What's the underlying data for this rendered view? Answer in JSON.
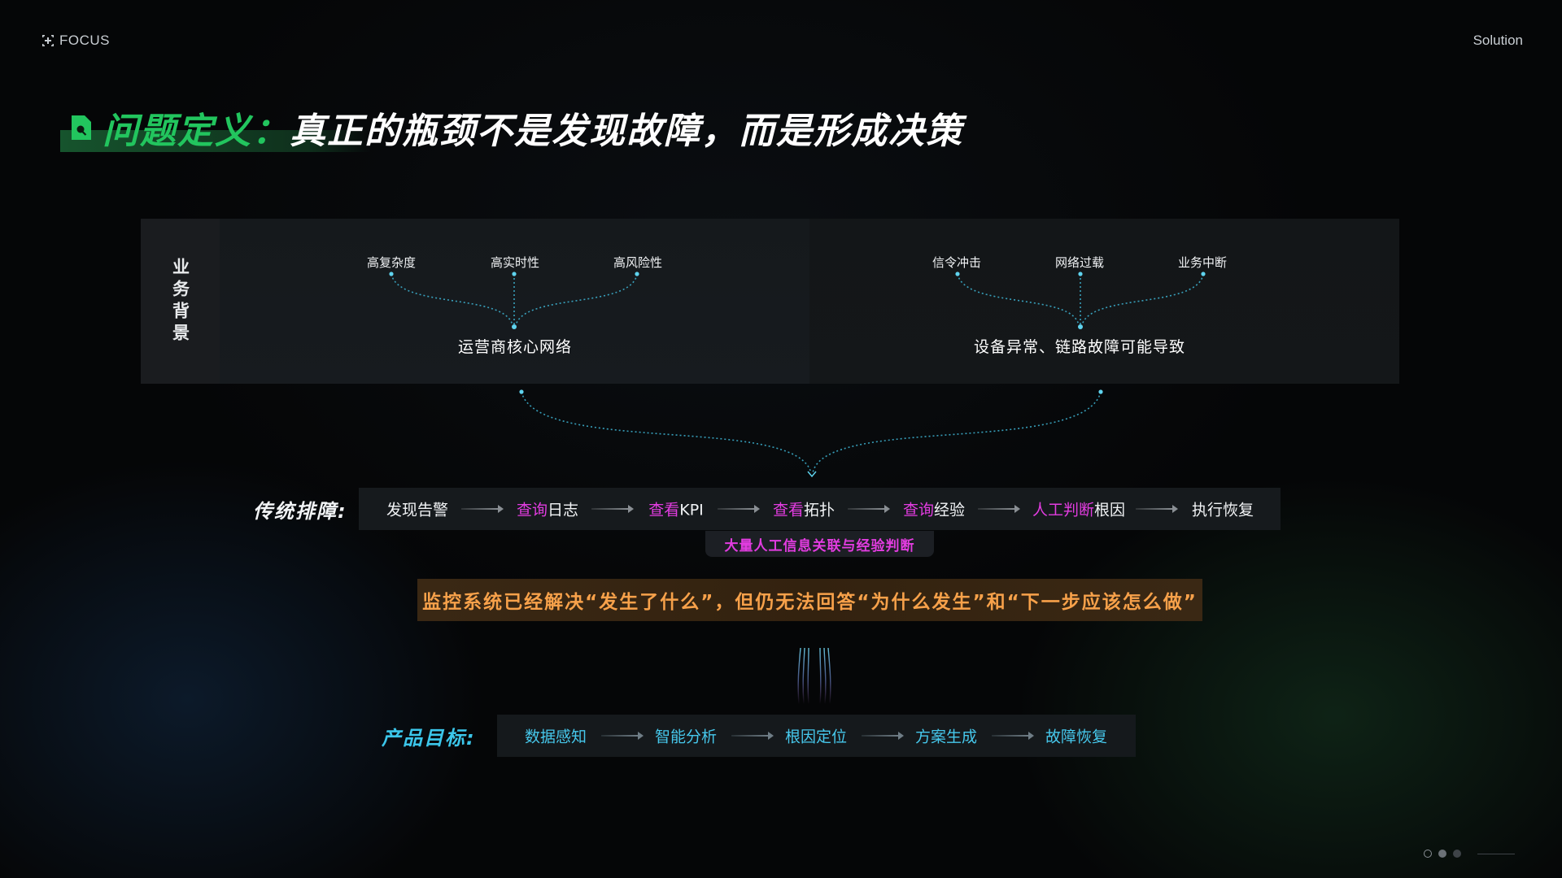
{
  "header": {
    "brand": "FOCUS",
    "brand_icon": "focus-icon",
    "section": "Solution"
  },
  "title": {
    "icon": "file-icon",
    "accent": "问题定义：",
    "main": "真正的瓶颈不是发现故障，而是形成决策",
    "accent_color": "#22c55e"
  },
  "background_panel": {
    "label": "业务背景",
    "left": {
      "factors": [
        "高复杂度",
        "高实时性",
        "高风险性"
      ],
      "result": "运营商核心网络"
    },
    "right": {
      "factors": [
        "信令冲击",
        "网络过载",
        "业务中断"
      ],
      "result": "设备异常、链路故障可能导致"
    }
  },
  "traditional": {
    "label": "传统排障:",
    "steps": [
      {
        "hl": "",
        "text": "发现告警"
      },
      {
        "hl": "查询",
        "text": "日志"
      },
      {
        "hl": "查看",
        "text": "KPI"
      },
      {
        "hl": "查看",
        "text": "拓扑"
      },
      {
        "hl": "查询",
        "text": "经验"
      },
      {
        "hl": "人工判断",
        "text": "根因"
      },
      {
        "hl": "",
        "text": "执行恢复"
      }
    ],
    "note": "大量人工信息关联与经验判断",
    "highlight_color": "#e23ce0"
  },
  "insight": {
    "text": "监控系统已经解决“发生了什么”，但仍无法回答“为什么发生”和“下一步应该怎么做”",
    "color": "#f7a14a"
  },
  "goal": {
    "label": "产品目标:",
    "steps": [
      "数据感知",
      "智能分析",
      "根因定位",
      "方案生成",
      "故障恢复"
    ],
    "color": "#46c8ec"
  },
  "pager": {
    "total": 3,
    "current": 2
  }
}
